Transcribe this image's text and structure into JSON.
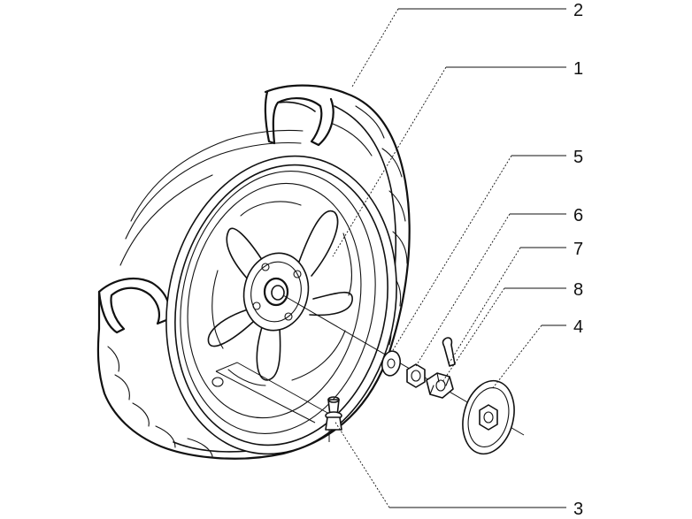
{
  "diagram": {
    "type": "exploded-parts-view",
    "ink_color": "#111111",
    "background_color": "#ffffff",
    "callouts": [
      {
        "id": "c2",
        "label": "2"
      },
      {
        "id": "c1",
        "label": "1"
      },
      {
        "id": "c5",
        "label": "5"
      },
      {
        "id": "c6",
        "label": "6"
      },
      {
        "id": "c7",
        "label": "7"
      },
      {
        "id": "c8",
        "label": "8"
      },
      {
        "id": "c4",
        "label": "4"
      },
      {
        "id": "c3",
        "label": "3"
      }
    ]
  }
}
